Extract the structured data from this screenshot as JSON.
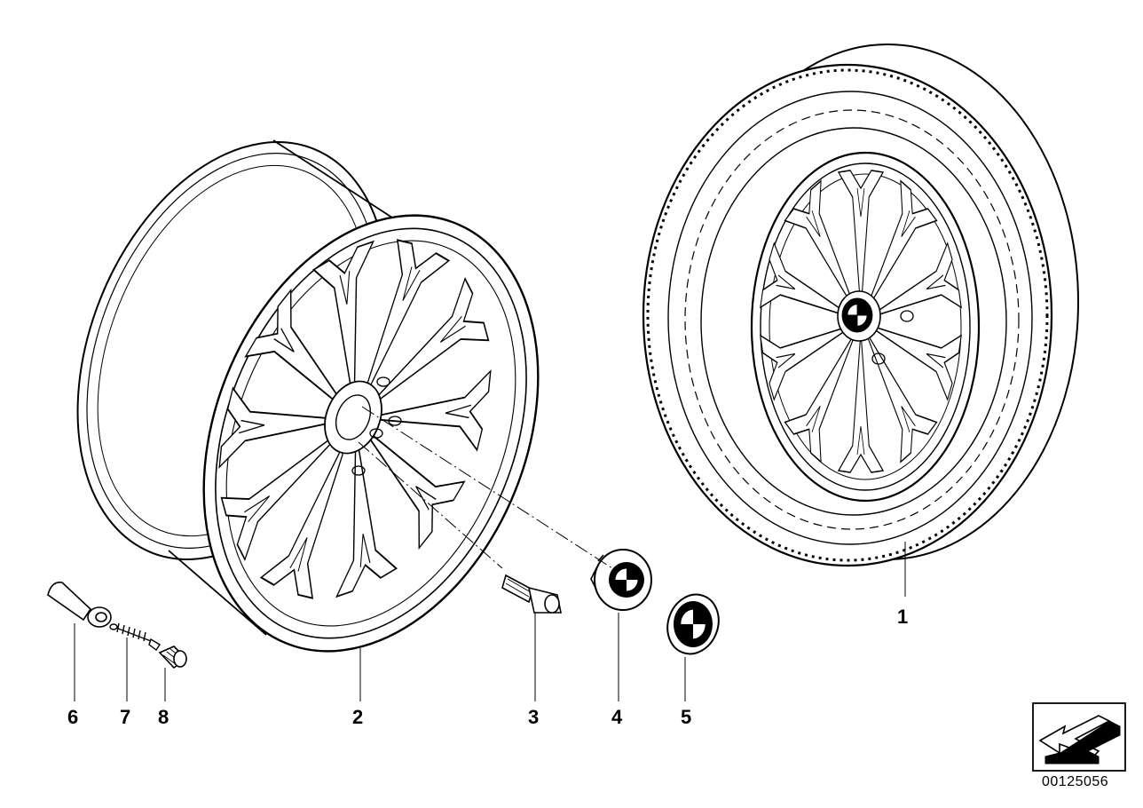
{
  "diagram": {
    "part_labels": [
      {
        "id": "wheel-tyre",
        "number": "1"
      },
      {
        "id": "light-alloy-rim",
        "number": "2"
      },
      {
        "id": "wheel-bolt",
        "number": "3"
      },
      {
        "id": "hub-cap",
        "number": "4"
      },
      {
        "id": "emblem",
        "number": "5"
      },
      {
        "id": "valve-body",
        "number": "6"
      },
      {
        "id": "valve-insert",
        "number": "7"
      },
      {
        "id": "valve-cap",
        "number": "8"
      }
    ],
    "diagram_id": "00125056",
    "nav_arrow_icon": "arrow-down-left-icon"
  },
  "colors": {
    "line": "#000000",
    "background": "#ffffff"
  }
}
